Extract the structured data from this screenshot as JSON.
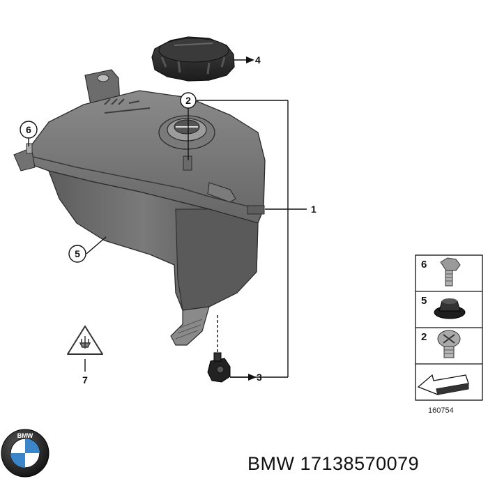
{
  "callouts": {
    "c1": "1",
    "c2": "2",
    "c3": "3",
    "c4": "4",
    "c5": "5",
    "c6": "6",
    "c7": "7"
  },
  "legend": {
    "row1": "6",
    "row2": "5",
    "row3": "2"
  },
  "diagram_number": "160754",
  "footer": {
    "brand": "BMW",
    "part_number": "17138570079",
    "full": "BMW 17138570079"
  },
  "logo": {
    "text": "BMW"
  },
  "colors": {
    "tank": "#6f6f6f",
    "tank_dark": "#4a4a4a",
    "tank_light": "#9a9a9a",
    "cap": "#2b2b2b",
    "logo_blue": "#3a86c8"
  }
}
